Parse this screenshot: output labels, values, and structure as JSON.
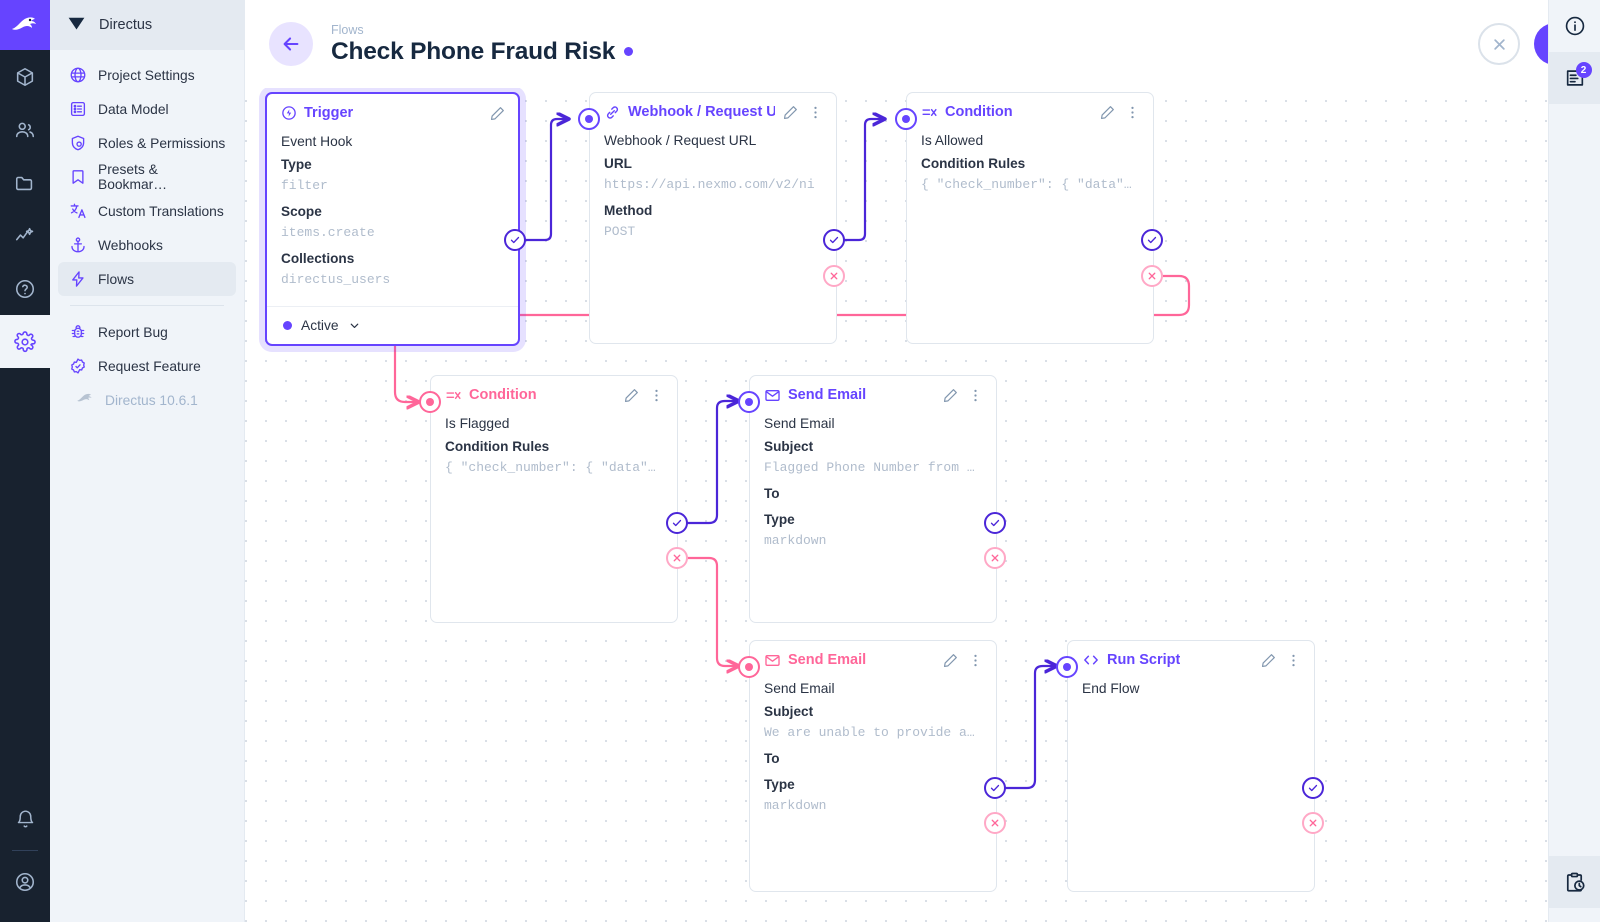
{
  "app": {
    "name": "Directus",
    "version_label": "Directus 10.6.1"
  },
  "sidebar": {
    "header_title": "Directus",
    "items": [
      {
        "label": "Project Settings",
        "icon": "globe-icon"
      },
      {
        "label": "Data Model",
        "icon": "database-list-icon"
      },
      {
        "label": "Roles & Permissions",
        "icon": "shield-icon"
      },
      {
        "label": "Presets & Bookmar…",
        "icon": "bookmark-icon"
      },
      {
        "label": "Custom Translations",
        "icon": "translate-icon"
      },
      {
        "label": "Webhooks",
        "icon": "anchor-icon"
      },
      {
        "label": "Flows",
        "icon": "bolt-icon",
        "selected": true
      }
    ],
    "secondary_items": [
      {
        "label": "Report Bug",
        "icon": "bug-icon"
      },
      {
        "label": "Request Feature",
        "icon": "badge-check-icon"
      }
    ]
  },
  "header": {
    "breadcrumb": "Flows",
    "title": "Check Phone Fraud Risk",
    "status_dot_color": "#6644ff",
    "back_label": "Back",
    "cancel_label": "Cancel",
    "save_label": "Save"
  },
  "right_rail": {
    "info_label": "Info",
    "logs_label": "Logs",
    "logs_badge": "2",
    "history_label": "Activity History"
  },
  "colors": {
    "accent": "#6644ff",
    "accent_dark": "#4b26d8",
    "pink": "#ff6699",
    "pink_light": "#ffa8c6",
    "muted": "#b0bccc",
    "text": "#2b3445"
  },
  "flow": {
    "nodes": [
      {
        "id": "trigger",
        "type_label": "Trigger",
        "type_icon": "trigger-bolt-circle-icon",
        "name": "Event Hook",
        "fields": [
          {
            "label": "Type",
            "value": "filter"
          },
          {
            "label": "Scope",
            "value": "items.create"
          },
          {
            "label": "Collections",
            "value": "directus_users"
          }
        ],
        "footer": {
          "label": "Active",
          "dropdown": true
        }
      },
      {
        "id": "webhook",
        "type_label": "Webhook / Request U",
        "type_icon": "link-icon",
        "name": "Webhook / Request URL",
        "fields": [
          {
            "label": "URL",
            "value": "https://api.nexmo.com/v2/ni"
          },
          {
            "label": "Method",
            "value": "POST"
          }
        ]
      },
      {
        "id": "condition-allowed",
        "type_label": "Condition",
        "type_icon": "rule-icon",
        "name": "Is Allowed",
        "fields": [
          {
            "label": "Condition Rules",
            "value": "{ \"check_number\": { \"data\"…"
          }
        ]
      },
      {
        "id": "condition-flagged",
        "type_label": "Condition",
        "type_icon": "rule-icon",
        "accent": "pink",
        "name": "Is Flagged",
        "fields": [
          {
            "label": "Condition Rules",
            "value": "{ \"check_number\": { \"data\"…"
          }
        ]
      },
      {
        "id": "send-email-flagged",
        "type_label": "Send Email",
        "type_icon": "mail-icon",
        "name": "Send Email",
        "fields": [
          {
            "label": "Subject",
            "value": "Flagged Phone Number from …"
          },
          {
            "label": "To",
            "value": ""
          },
          {
            "label": "Type",
            "value": "markdown"
          }
        ]
      },
      {
        "id": "send-email-unable",
        "type_label": "Send Email",
        "type_icon": "mail-icon",
        "accent": "pink",
        "name": "Send Email",
        "fields": [
          {
            "label": "Subject",
            "value": "We are unable to provide a…"
          },
          {
            "label": "To",
            "value": ""
          },
          {
            "label": "Type",
            "value": "markdown"
          }
        ]
      },
      {
        "id": "run-script",
        "type_label": "Run Script",
        "type_icon": "code-icon",
        "name": "End Flow",
        "fields": []
      }
    ]
  }
}
